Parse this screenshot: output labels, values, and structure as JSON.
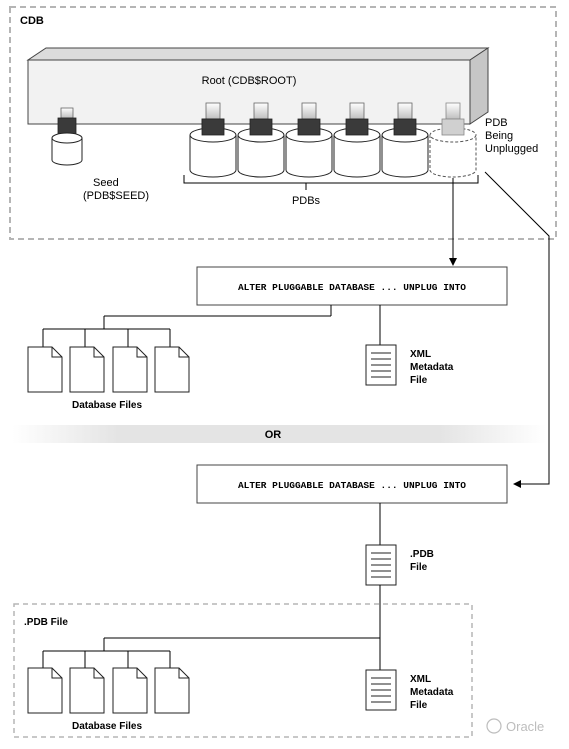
{
  "cdb": {
    "label": "CDB",
    "root_label": "Root (CDB$ROOT)",
    "seed_label_line1": "Seed",
    "seed_label_line2": "(PDB$SEED)",
    "pdbs_label": "PDBs",
    "unplugged_label_line1": "PDB",
    "unplugged_label_line2": "Being",
    "unplugged_label_line3": "Unplugged"
  },
  "option1": {
    "command": "ALTER PLUGGABLE DATABASE ... UNPLUG INTO",
    "files_label": "Database Files",
    "xml_line1": "XML",
    "xml_line2": "Metadata",
    "xml_line3": "File"
  },
  "separator": {
    "label": "OR"
  },
  "option2": {
    "command": "ALTER PLUGGABLE DATABASE ... UNPLUG INTO",
    "pdb_file_line1": ".PDB",
    "pdb_file_line2": "File",
    "container_label": ".PDB File",
    "files_label": "Database Files",
    "xml_line1": "XML",
    "xml_line2": "Metadata",
    "xml_line3": "File"
  },
  "watermark": {
    "text": "Oracle"
  },
  "colors": {
    "dash_border": "#b0b0b0",
    "root_fill": "#f2f2f2",
    "cylinder_fill": "#ffffff",
    "plug_dark": "#3a3a3a",
    "line": "#000000"
  }
}
